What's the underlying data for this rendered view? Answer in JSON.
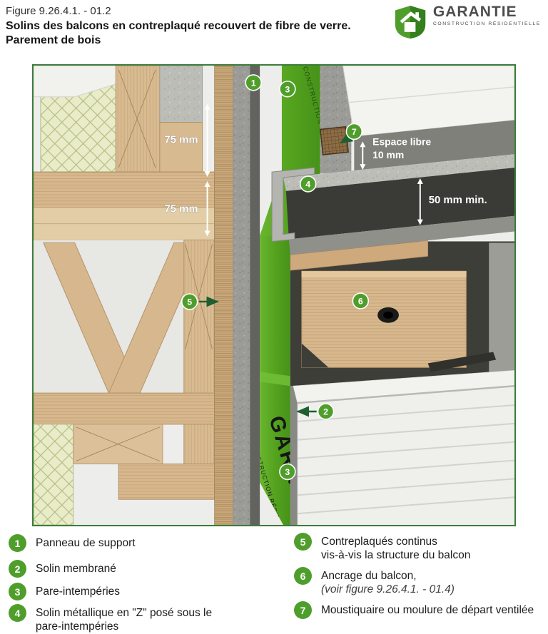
{
  "header": {
    "figure_label": "Figure 9.26.4.1. - 01.2",
    "title_line1": "Solins des balcons en contreplaqué recouvert de fibre de verre.",
    "title_line2": "Parement de bois",
    "logo": {
      "name": "GARANTIE",
      "subtitle": "CONSTRUCTION RÉSIDENTIELLE"
    }
  },
  "diagram": {
    "labels": {
      "dim_75_top": "75 mm",
      "dim_75_bottom": "75 mm",
      "espace_line1": "Espace libre",
      "espace_line2": "10 mm",
      "min_50": "50 mm min.",
      "watermark_big": "GARANTIE",
      "watermark_small": "CONSTRUCTION RÉSIDENTIELLE"
    },
    "callouts": [
      {
        "n": "1"
      },
      {
        "n": "3"
      },
      {
        "n": "7"
      },
      {
        "n": "4"
      },
      {
        "n": "5"
      },
      {
        "n": "6"
      },
      {
        "n": "2"
      },
      {
        "n": "3"
      }
    ]
  },
  "legend": {
    "items": [
      {
        "n": "1",
        "line1": "Panneau de support",
        "line2": ""
      },
      {
        "n": "2",
        "line1": "Solin membrané",
        "line2": ""
      },
      {
        "n": "3",
        "line1": "Pare-intempéries",
        "line2": ""
      },
      {
        "n": "4",
        "line1": "Solin métallique en \"Z\" posé sous le",
        "line2": "pare-intempéries"
      },
      {
        "n": "5",
        "line1": "Contreplaqués continus",
        "line2": "vis-à-vis la structure du balcon"
      },
      {
        "n": "6",
        "line1": "Ancrage du balcon,",
        "line2": "(voir figure 9.26.4.1. - 01.4)"
      },
      {
        "n": "7",
        "line1": "Moustiquaire ou moulure de départ ventilée",
        "line2": ""
      }
    ]
  },
  "colors": {
    "accent_green": "#4f9e2b",
    "membrane_green": "#54a31e",
    "frame_green": "#3c7c3a"
  }
}
